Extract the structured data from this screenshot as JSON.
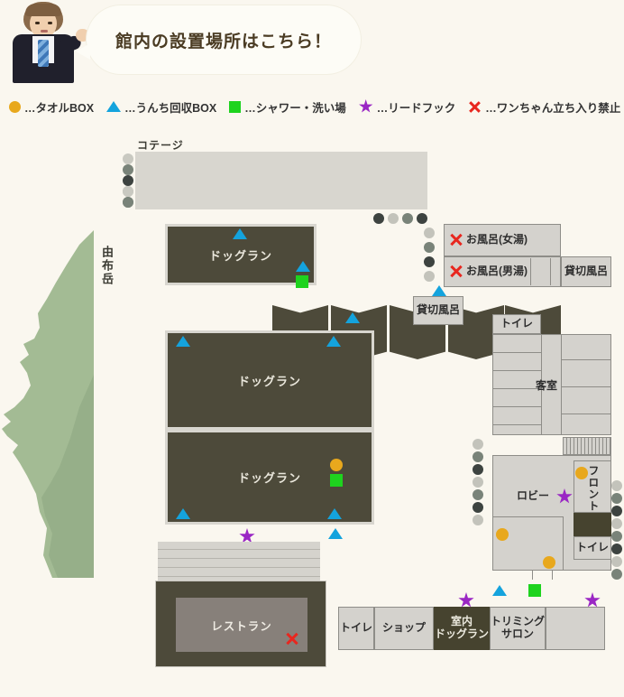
{
  "header": {
    "bubble_text": "館内の設置場所はこちら！",
    "staff_icon": "staff-photo"
  },
  "legend": {
    "items": [
      {
        "marker": "circle",
        "color": "#e8a81d",
        "label": "…タオルBOX"
      },
      {
        "marker": "triangle",
        "color": "#14a3dd",
        "label": "…うんち回収BOX"
      },
      {
        "marker": "square",
        "color": "#1ed31e",
        "label": "…シャワー・洗い場"
      },
      {
        "marker": "star",
        "color": "#9a27c4",
        "label": "…リードフック"
      },
      {
        "marker": "cross",
        "color": "#e8271f",
        "label": "…ワンちゃん立ち入り禁止"
      }
    ]
  },
  "map": {
    "mountain_label": "由布岳",
    "cottage_label": "コテージ",
    "dogrun_labels": [
      "ドッグラン",
      "ドッグラン",
      "ドッグラン"
    ],
    "restaurant_label": "レストラン",
    "rooms": {
      "bath_women": "お風呂(女湯)",
      "bath_men": "お風呂(男湯)",
      "private_bath_right": "貸切風呂",
      "private_bath_left": "貸切風呂",
      "toilet_upper": "トイレ",
      "guest_rooms": "客室",
      "lobby": "ロビー",
      "front_desk": "フロント",
      "toilet_lobby": "トイレ",
      "toilet_shop_row": "トイレ",
      "shop": "ショップ",
      "indoor_dogrun": "室内\nドッグラン",
      "indoor_dogrun_line1": "室内",
      "indoor_dogrun_line2": "ドッグラン",
      "trimming_salon_line1": "トリミング",
      "trimming_salon_line2": "サロン",
      "empty_room": ""
    }
  },
  "colors": {
    "background": "#faf7ef",
    "dogrun_fill": "#4d4a3a",
    "room_fill": "#d4d2cd",
    "room_border": "#8e8d88",
    "mountain_light": "#9db58e",
    "mountain_dark": "#8ba682",
    "towel_box": "#e8a81d",
    "poop_box": "#14a3dd",
    "shower": "#1ed31e",
    "lead_hook": "#9a27c4",
    "no_dogs": "#e8271f"
  }
}
